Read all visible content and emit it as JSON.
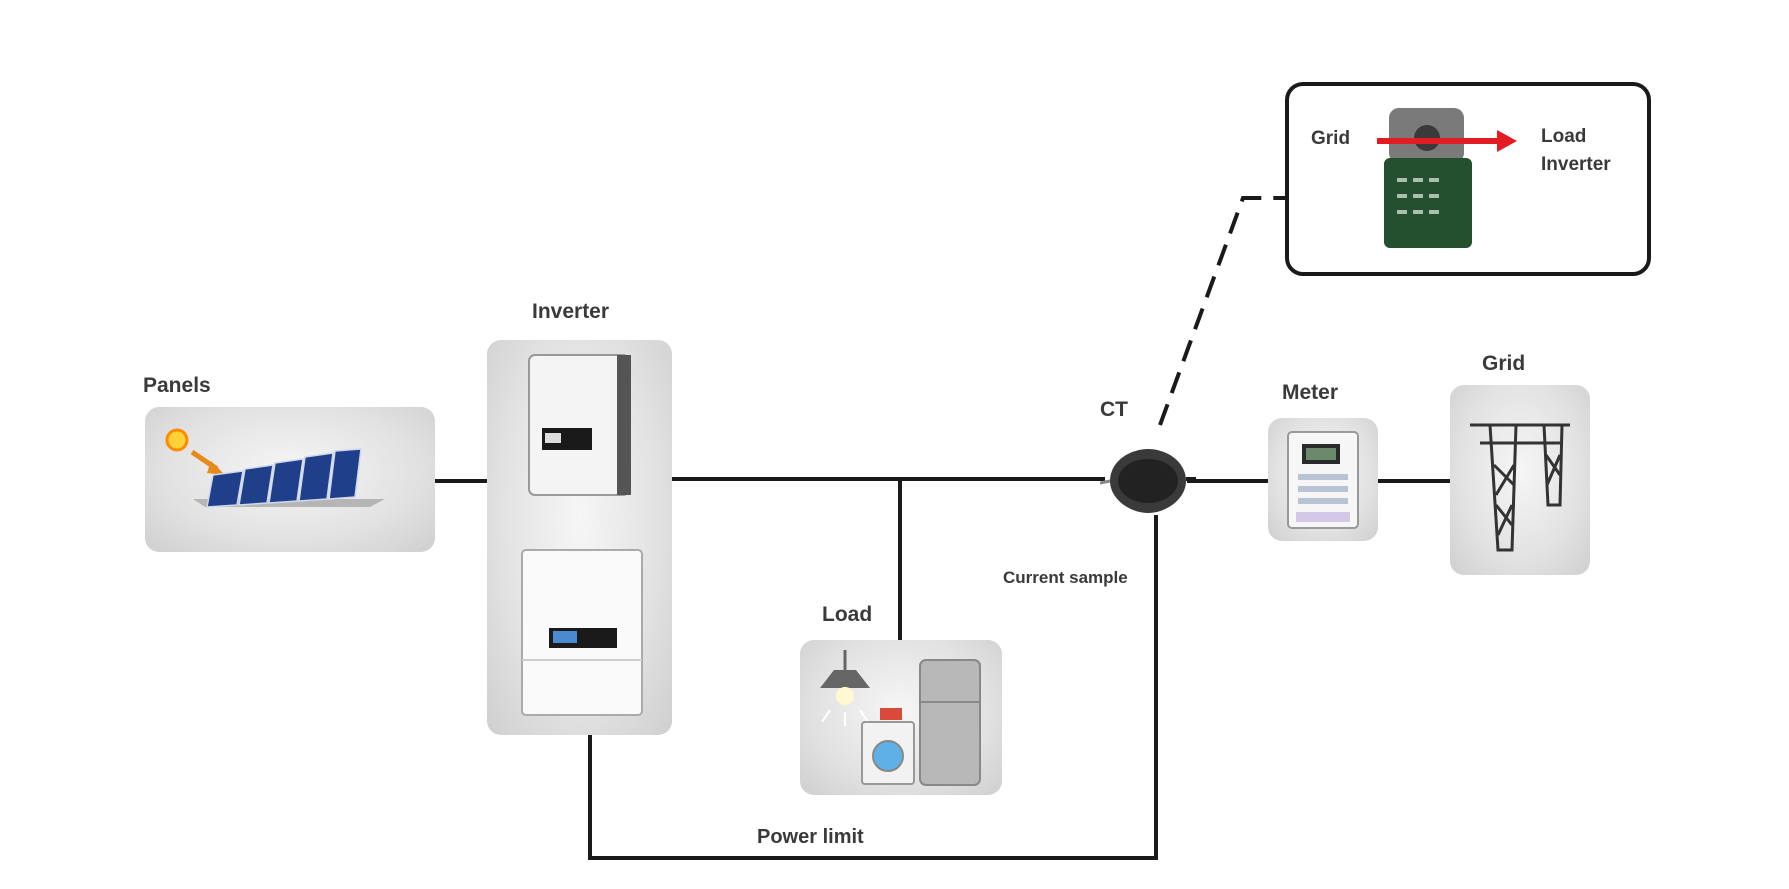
{
  "labels": {
    "panels": "Panels",
    "inverter": "Inverter",
    "load": "Load",
    "ct": "CT",
    "meter": "Meter",
    "grid": "Grid",
    "current_sample": "Current sample",
    "power_limit": "Power limit"
  },
  "callout": {
    "grid": "Grid",
    "load": "Load",
    "inverter": "Inverter"
  },
  "colors": {
    "wire": "#1a1a1a",
    "arrow": "#e31b23",
    "panel_bg": "#e0e0e0",
    "solar_cell": "#1f3f8a",
    "ct_body": "#2e5a3a"
  }
}
